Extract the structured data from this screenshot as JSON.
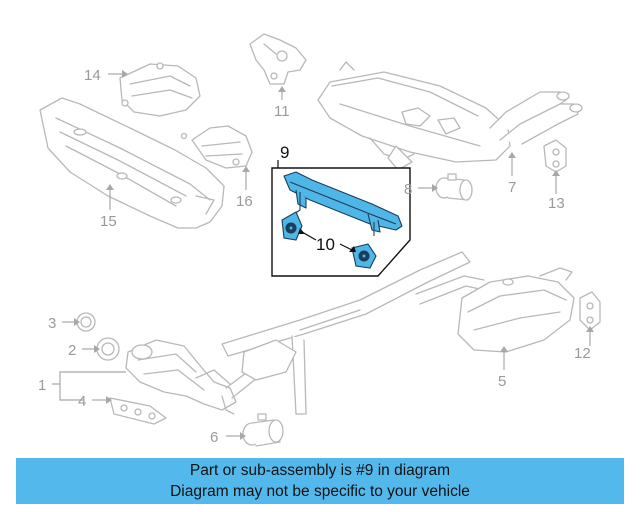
{
  "diagram": {
    "callouts": {
      "c1": "1",
      "c2": "2",
      "c3": "3",
      "c4": "4",
      "c5": "5",
      "c6": "6",
      "c7": "7",
      "c8": "8",
      "c9": "9",
      "c10": "10",
      "c11": "11",
      "c12": "12",
      "c13": "13",
      "c14": "14",
      "c15": "15",
      "c16": "16"
    },
    "highlighted_part": "9",
    "colors": {
      "line_art": "#b8b8b8",
      "highlight_fill": "#4fb6e8",
      "highlight_stroke": "#1b3f5a",
      "banner": "#53b9ec"
    }
  },
  "banner": {
    "line1": "Part or sub-assembly is #9 in diagram",
    "line2": "Diagram may not be specific to your vehicle"
  }
}
